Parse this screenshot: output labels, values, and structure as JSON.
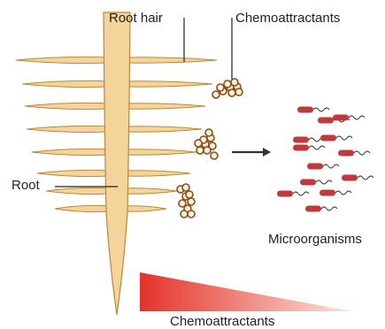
{
  "labels": {
    "root_hair": "Root hair",
    "chemoattractants_top": "Chemoattractants",
    "root": "Root",
    "microorganisms": "Microorganisms",
    "chemoattractants_bottom": "Chemoattractants"
  },
  "colors": {
    "root_fill": "#f4d49a",
    "root_stroke": "#b8893a",
    "bead_fill": "#fff2d8",
    "bead_stroke": "#8a4a1c",
    "bacteria_body": "#c0393b",
    "flagellum": "#333333",
    "arrow": "#333333",
    "gradient_start": "#e4322a",
    "gradient_end": "#fbe4dc"
  }
}
